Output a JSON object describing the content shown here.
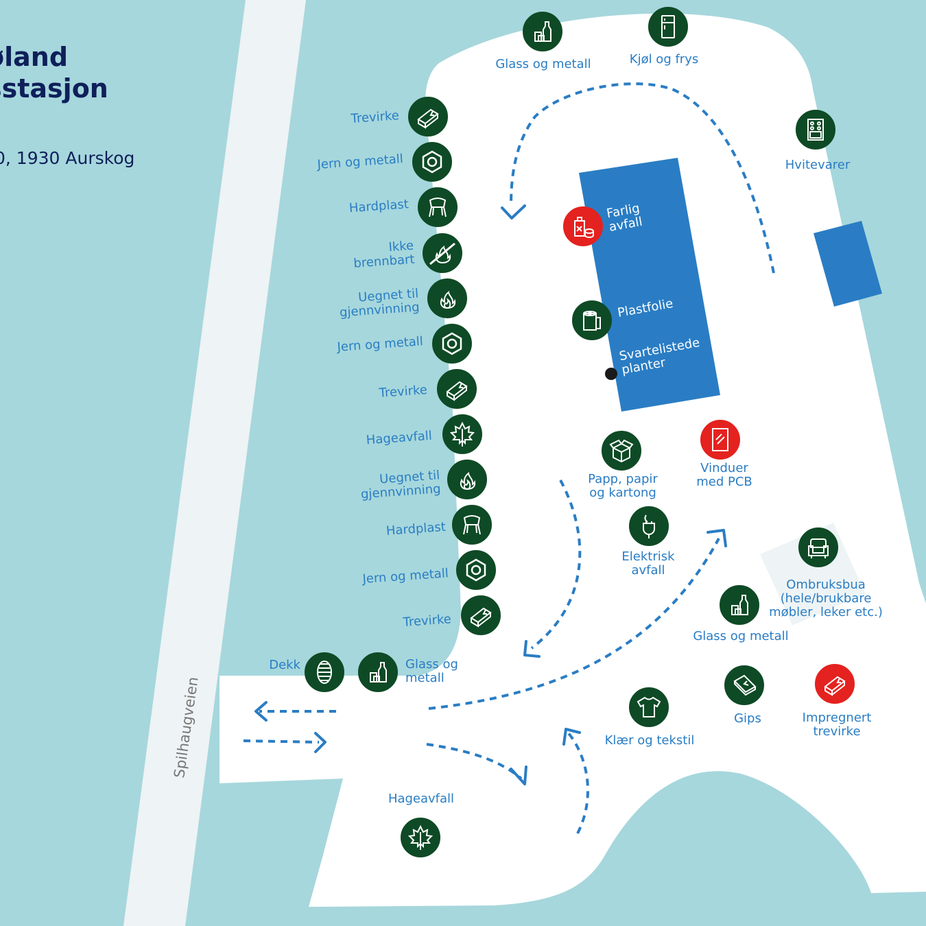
{
  "header": {
    "title": "øland\nsstasjon",
    "address": "0, 1930 Aurskog"
  },
  "road": {
    "name": "Spilhaugveien"
  },
  "colors": {
    "background": "#a6d7dc",
    "area": "#ffffff",
    "road": "#eef3f5",
    "building": "#2a7dc4",
    "icon_green": "#0e4a25",
    "icon_red": "#e4221f",
    "label": "#2a7dc4",
    "title": "#0f1f5a"
  },
  "stations": [
    {
      "id": "glass-top",
      "label": "Glass og metall",
      "icon": "bottles-icon",
      "color": "green"
    },
    {
      "id": "fridge",
      "label": "Kjøl og frys",
      "icon": "fridge-icon",
      "color": "green"
    },
    {
      "id": "appliances",
      "label": "Hvitevarer",
      "icon": "stove-icon",
      "color": "green"
    },
    {
      "id": "wood-1",
      "label": "Trevirke",
      "icon": "wood-plank-icon",
      "color": "green"
    },
    {
      "id": "iron-1",
      "label": "Jern og metall",
      "icon": "nut-icon",
      "color": "green"
    },
    {
      "id": "plastic-1",
      "label": "Hardplast",
      "icon": "chair-icon",
      "color": "green"
    },
    {
      "id": "noncomb",
      "label": "Ikke\nbrennbart",
      "icon": "flame-crossed-icon",
      "color": "green"
    },
    {
      "id": "unsuit-1",
      "label": "Uegnet til\ngjennvinning",
      "icon": "flame-icon",
      "color": "green"
    },
    {
      "id": "iron-2",
      "label": "Jern og metall",
      "icon": "nut-icon",
      "color": "green"
    },
    {
      "id": "wood-2",
      "label": "Trevirke",
      "icon": "wood-plank-icon",
      "color": "green"
    },
    {
      "id": "garden-1",
      "label": "Hageavfall",
      "icon": "leaf-icon",
      "color": "green"
    },
    {
      "id": "unsuit-2",
      "label": "Uegnet til\ngjennvinning",
      "icon": "flame-icon",
      "color": "green"
    },
    {
      "id": "plastic-2",
      "label": "Hardplast",
      "icon": "chair-icon",
      "color": "green"
    },
    {
      "id": "iron-3",
      "label": "Jern og metall",
      "icon": "nut-icon",
      "color": "green"
    },
    {
      "id": "wood-3",
      "label": "Trevirke",
      "icon": "wood-plank-icon",
      "color": "green"
    },
    {
      "id": "tires",
      "label": "Dekk",
      "icon": "tire-icon",
      "color": "green"
    },
    {
      "id": "glass-bottom",
      "label": "Glass og\nmetall",
      "icon": "bottles-icon",
      "color": "green"
    },
    {
      "id": "hazard",
      "label": "Farlig\navfall",
      "icon": "hazard-can-icon",
      "color": "red"
    },
    {
      "id": "foil",
      "label": "Plastfolie",
      "icon": "plastic-roll-icon",
      "color": "green"
    },
    {
      "id": "plants",
      "label": "Svartelistede\nplanter",
      "icon": "dot-icon",
      "color": "black"
    },
    {
      "id": "paper",
      "label": "Papp, papir\nog kartong",
      "icon": "box-icon",
      "color": "green"
    },
    {
      "id": "windows",
      "label": "Vinduer\nmed PCB",
      "icon": "window-icon",
      "color": "red"
    },
    {
      "id": "electric",
      "label": "Elektrisk\navfall",
      "icon": "plug-icon",
      "color": "green"
    },
    {
      "id": "reuse",
      "label": "Ombruksbua\n(hele/brukbare\nmøbler, leker etc.)",
      "icon": "armchair-icon",
      "color": "green"
    },
    {
      "id": "glass-right",
      "label": "Glass og metall",
      "icon": "bottles-icon",
      "color": "green"
    },
    {
      "id": "gypsum",
      "label": "Gips",
      "icon": "gypsum-board-icon",
      "color": "green"
    },
    {
      "id": "treated-wood",
      "label": "Impregnert\ntrevirke",
      "icon": "wood-plank-icon",
      "color": "red"
    },
    {
      "id": "clothes",
      "label": "Klær og tekstil",
      "icon": "tshirt-icon",
      "color": "green"
    },
    {
      "id": "garden-2",
      "label": "Hageavfall",
      "icon": "leaf-icon",
      "color": "green"
    }
  ]
}
